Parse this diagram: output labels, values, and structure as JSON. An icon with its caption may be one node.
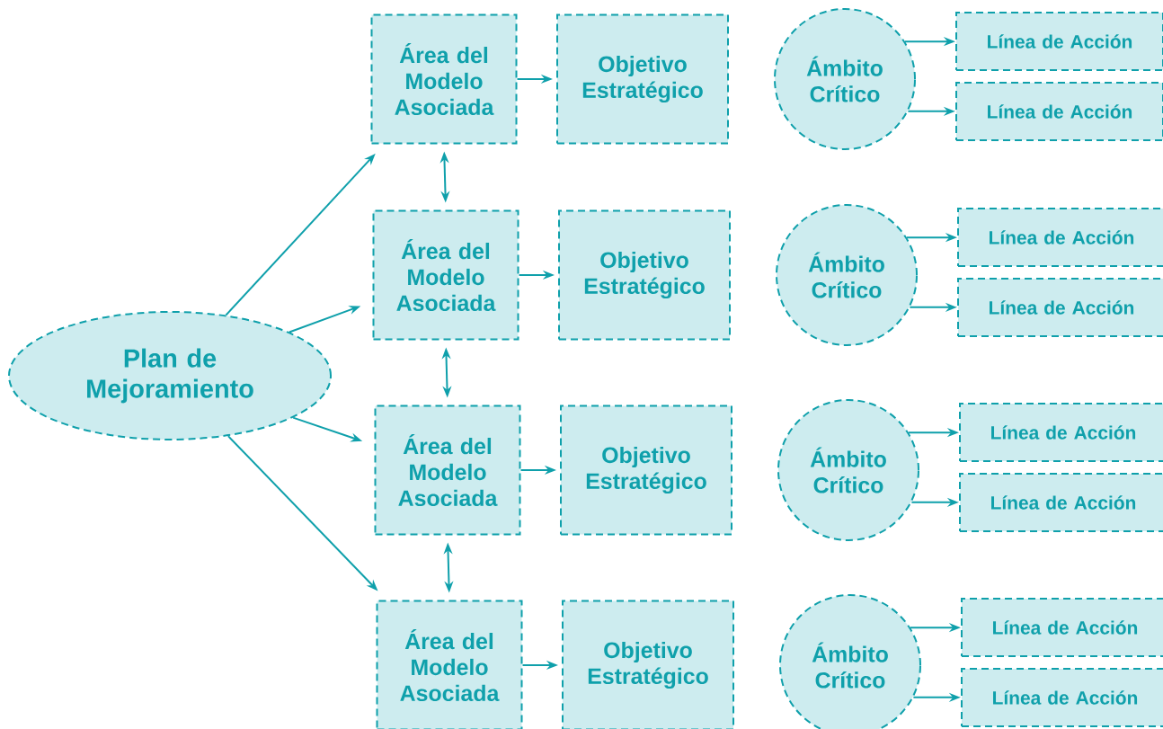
{
  "diagram": {
    "nodes": [
      {
        "text": [
          "Plan de Mejoramiento"
        ]
      },
      {
        "text": [
          "Área del Modelo Asociada"
        ]
      },
      {
        "text": [
          "Objetivo Estratégico"
        ]
      },
      {
        "text": [
          "Ámbito Crítico"
        ]
      },
      {
        "text": [
          "Línea de Acción"
        ]
      },
      {
        "text": [
          "Línea de Acción"
        ]
      },
      {
        "text": [
          "Área del Modelo Asociada"
        ]
      },
      {
        "text": [
          "Objetivo Estratégico"
        ]
      },
      {
        "text": [
          "Ámbito Crítico"
        ]
      },
      {
        "text": [
          "Línea de Acción"
        ]
      },
      {
        "text": [
          "Línea de Acción"
        ]
      },
      {
        "text": [
          "Área del Modelo Asociada"
        ]
      },
      {
        "text": [
          "Objetivo Estratégico"
        ]
      },
      {
        "text": [
          "Ámbito Crítico"
        ]
      },
      {
        "text": [
          "Línea de Acción"
        ]
      },
      {
        "text": [
          "Línea de Acción"
        ]
      },
      {
        "text": [
          "Área del Modelo Asociada"
        ]
      },
      {
        "text": [
          "Objetivo Estratégico"
        ]
      },
      {
        "text": [
          "Ámbito Crítico"
        ]
      },
      {
        "text": [
          "Línea de Acción"
        ]
      },
      {
        "text": [
          "Línea de Acción"
        ]
      }
    ],
    "edges": [
      {
        "from": 0,
        "to": 1,
        "arrow": "to"
      },
      {
        "from": 0,
        "to": 6,
        "arrow": "to"
      },
      {
        "from": 0,
        "to": 11,
        "arrow": "to"
      },
      {
        "from": 0,
        "to": 16,
        "arrow": "to"
      },
      {
        "from": 1,
        "to": 2,
        "arrow": "to"
      },
      {
        "from": 6,
        "to": 7,
        "arrow": "to"
      },
      {
        "from": 11,
        "to": 12,
        "arrow": "to"
      },
      {
        "from": 16,
        "to": 17,
        "arrow": "to"
      },
      {
        "from": 1,
        "to": 6,
        "arrow": "both"
      },
      {
        "from": 6,
        "to": 11,
        "arrow": "both"
      },
      {
        "from": 11,
        "to": 16,
        "arrow": "both"
      },
      {
        "from": 3,
        "to": 4,
        "arrow": "to"
      },
      {
        "from": 3,
        "to": 5,
        "arrow": "to"
      },
      {
        "from": 8,
        "to": 9,
        "arrow": "to"
      },
      {
        "from": 8,
        "to": 10,
        "arrow": "to"
      },
      {
        "from": 13,
        "to": 14,
        "arrow": "to"
      },
      {
        "from": 13,
        "to": 15,
        "arrow": "to"
      },
      {
        "from": 18,
        "to": 19,
        "arrow": "to"
      },
      {
        "from": 18,
        "to": 20,
        "arrow": "to"
      }
    ]
  }
}
